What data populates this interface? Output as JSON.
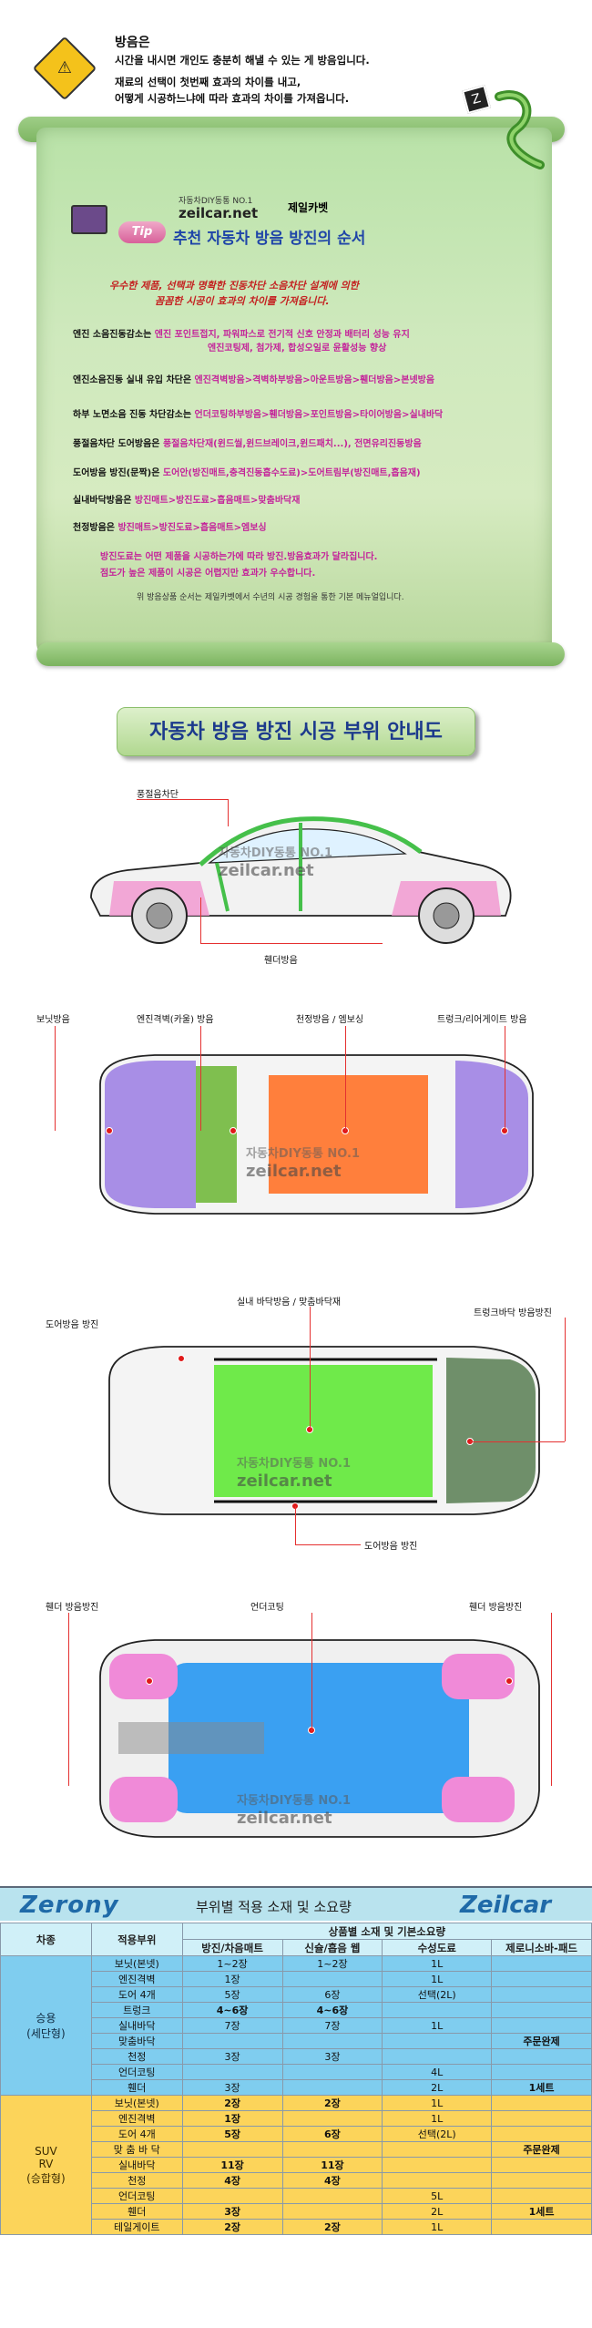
{
  "intro": {
    "title": "방음은",
    "lines": [
      "시간을 내시면 개인도 충분히 해낼 수 있는 게 방음입니다.",
      "재료의 선택이 첫번째 효과의 차이를 내고,",
      "어떻게 시공하느냐에 따라 효과의 차이를 가져옵니다."
    ]
  },
  "brand": {
    "sub": "자동차DIY동통 NO.1",
    "url": "zeilcar.net",
    "name": "제일카벳",
    "tip": "Tip",
    "tip_title": "추천 자동차 방음 방진의 순서"
  },
  "tagline": {
    "line1": "우수한 제품, 선택과 명확한 진동차단 소음차단 설계에 의한",
    "line2": "꼼꼼한 시공이 효과의 차이를 가져옵니다."
  },
  "guide": [
    {
      "label": "엔진 소음진동감소는",
      "value": "엔진 포인트접지, 파워파스로 전기적 신호 안정과 배터리 성능 유지",
      "value2": "엔진코팅제, 첨가제, 합성오일로 윤활성능 향상"
    },
    {
      "label": "엔진소음진동 실내 유입 차단은",
      "value": "엔진격벽방음>격벽하부방음>아운트방음>휀더방음>본넷방음",
      "value2": ""
    },
    {
      "label": "하부 노면소음 진동 차단감소는",
      "value": "언더코팅하부방음>휀더방음>포인트방음>타이어방음>실내바닥",
      "value2": ""
    },
    {
      "label": "풍절음차단 도어방음은",
      "value": "풍절음차단재(윈드씰,윈드브레이크,윈드패치...), 전면유리진동방음",
      "value2": ""
    },
    {
      "label": "도어방음 방진(문짝)은",
      "value": "도어안(방진매트,충격진동흡수도료)>도어트림부(방진매트,흡음재)",
      "value2": ""
    },
    {
      "label": "실내바닥방음은",
      "value": "방진매트>방진도료>흡음매트>맞춤바닥재",
      "value2": ""
    },
    {
      "label": "천정방음은",
      "value": "방진매트>방진도료>흡음매트>엠보싱",
      "value2": ""
    }
  ],
  "notice": {
    "line1": "방진도료는 어떤 제품을 시공하는가에 따라 방진.방음효과가 달라집니다.",
    "line2": "점도가 높은 제품이 시공은 어렵지만 효과가 우수합니다."
  },
  "footnote": "위 방음상품 순서는 제일카벳에서 수년의 시공 경험을 통한 기본 메뉴얼입니다.",
  "banner": "자동차 방음 방진 시공 부위 안내도",
  "side_view": {
    "top_label": "풍절음차단",
    "bottom_label": "휀더방음"
  },
  "top_view_1": {
    "labels": [
      "보닛방음",
      "엔진격벽(카울) 방음",
      "천정방음 / 엠보싱",
      "트렁크/리어게이트 방음"
    ]
  },
  "top_view_2": {
    "labels": [
      "실내 바닥방음 / 맞춤바닥재",
      "도어방음 방진",
      "트렁크바닥 방음방진",
      "도어방음 방진"
    ]
  },
  "bottom_view": {
    "labels": [
      "휀더 방음방진",
      "언더코팅",
      "휀더 방음방진"
    ]
  },
  "watermark": {
    "text": "자동차DIY동통 NO.1",
    "url": "zeilcar.net"
  },
  "table": {
    "logo_left": "Zerony",
    "title": "부위별 적용 소재 및 소요량",
    "logo_right": "Zeilcar",
    "head1": [
      "차종",
      "적용부위",
      "상품별 소재 및 기본소요량"
    ],
    "head2": [
      "방진/차음매트",
      "신슐/흡음 웹",
      "수성도료",
      "제로니소바-패드"
    ],
    "sedan": {
      "category": "승용\n(세단형)",
      "rows": [
        [
          "보닛(본넷)",
          "1~2장",
          "1~2장",
          "1L",
          ""
        ],
        [
          "엔진격벽",
          "1장",
          "",
          "1L",
          ""
        ],
        [
          "도어 4개",
          "5장",
          "6장",
          "선택(2L)",
          ""
        ],
        [
          "트렁크",
          "4~6장",
          "4~6장",
          "",
          ""
        ],
        [
          "실내바닥",
          "7장",
          "7장",
          "1L",
          ""
        ],
        [
          "맞춤바닥",
          "",
          "",
          "",
          "주문완제"
        ],
        [
          "천정",
          "3장",
          "3장",
          "",
          ""
        ],
        [
          "언더코팅",
          "",
          "",
          "4L",
          ""
        ],
        [
          "휀더",
          "3장",
          "",
          "2L",
          "1세트"
        ]
      ]
    },
    "suv": {
      "category": "SUV\nRV\n(승합형)",
      "rows": [
        [
          "보닛(본넷)",
          "2장",
          "2장",
          "1L",
          ""
        ],
        [
          "엔진격벽",
          "1장",
          "",
          "1L",
          ""
        ],
        [
          "도어 4개",
          "5장",
          "6장",
          "선택(2L)",
          ""
        ],
        [
          "맞 춤 바 닥",
          "",
          "",
          "",
          "주문완제"
        ],
        [
          "실내바닥",
          "11장",
          "11장",
          "",
          ""
        ],
        [
          "천정",
          "4장",
          "4장",
          "",
          ""
        ],
        [
          "언더코팅",
          "",
          "",
          "5L",
          ""
        ],
        [
          "휀더",
          "3장",
          "",
          "2L",
          "1세트"
        ],
        [
          "테일게이트",
          "2장",
          "2장",
          "1L",
          ""
        ]
      ]
    }
  },
  "colors": {
    "accent_blue": "#1f45a8",
    "magenta": "#c4239a",
    "sedan_cat": "#44b4e6",
    "suv_cat": "#f7c21f"
  }
}
